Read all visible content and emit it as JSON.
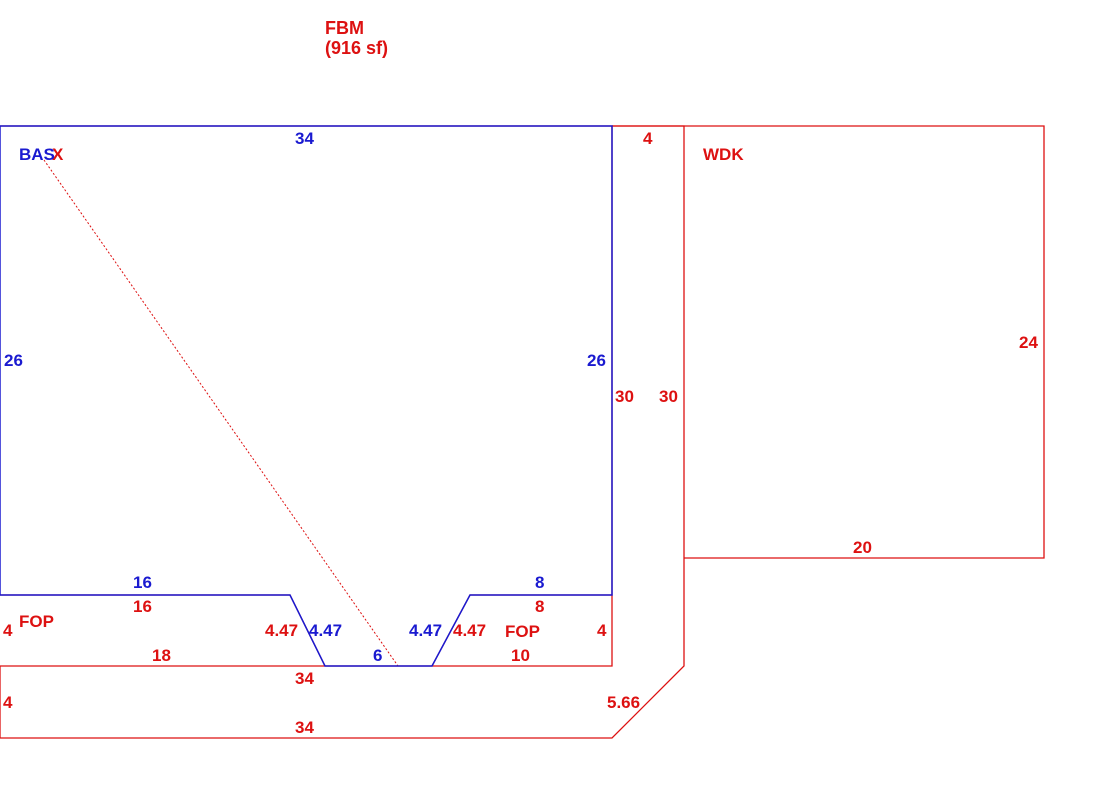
{
  "colors": {
    "red": "#dd1111",
    "blue": "#1a1ad0"
  },
  "title": {
    "code": "FBM",
    "area": "(916 sf)"
  },
  "areas": {
    "bas": "BAS",
    "wdk": "WDK",
    "fop_left": "FOP",
    "fop_right": "FOP",
    "overlap_red": "X"
  },
  "dimensions": {
    "top_blue": "34",
    "left_blue": "26",
    "right_blue": "26",
    "bottom_left_blue": "16",
    "bottom_right_blue": "8",
    "slant_left_blue": "4.47",
    "slant_right_blue": "4.47",
    "notch_bottom_blue": "6",
    "bottom_left_red": "16",
    "bottom_right_red": "8",
    "slant_left_red": "4.47",
    "slant_right_red": "4.47",
    "fop_left_height": "4",
    "fop_right_height": "4",
    "fop_left_bottom": "18",
    "fop_right_bottom": "10",
    "band_top": "34",
    "band_left": "4",
    "band_bottom": "34",
    "band_corner": "5.66",
    "strip_top": "4",
    "strip_left": "30",
    "strip_right": "30",
    "wdk_right": "24",
    "wdk_bottom": "20"
  }
}
